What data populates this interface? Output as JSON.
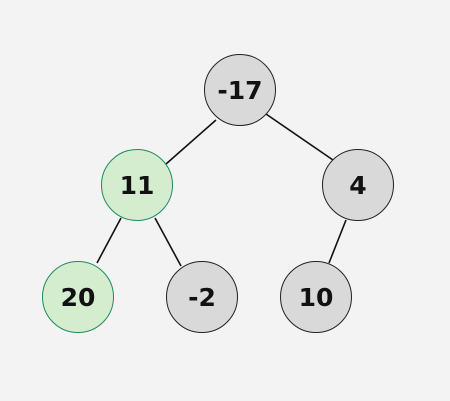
{
  "tree": {
    "highlight_fill": "#d4edcf",
    "highlight_stroke": "#1f8a5f",
    "default_fill": "#d9d9d9",
    "nodes": [
      {
        "id": "n1",
        "label": "-17",
        "highlighted": false
      },
      {
        "id": "n2",
        "label": "11",
        "highlighted": true
      },
      {
        "id": "n3",
        "label": "4",
        "highlighted": false
      },
      {
        "id": "n4",
        "label": "20",
        "highlighted": true
      },
      {
        "id": "n5",
        "label": "-2",
        "highlighted": false
      },
      {
        "id": "n6",
        "label": "10",
        "highlighted": false
      }
    ],
    "edges": [
      {
        "from": "n1",
        "to": "n2"
      },
      {
        "from": "n1",
        "to": "n3"
      },
      {
        "from": "n2",
        "to": "n4"
      },
      {
        "from": "n2",
        "to": "n5"
      },
      {
        "from": "n3",
        "to": "n6"
      }
    ]
  }
}
